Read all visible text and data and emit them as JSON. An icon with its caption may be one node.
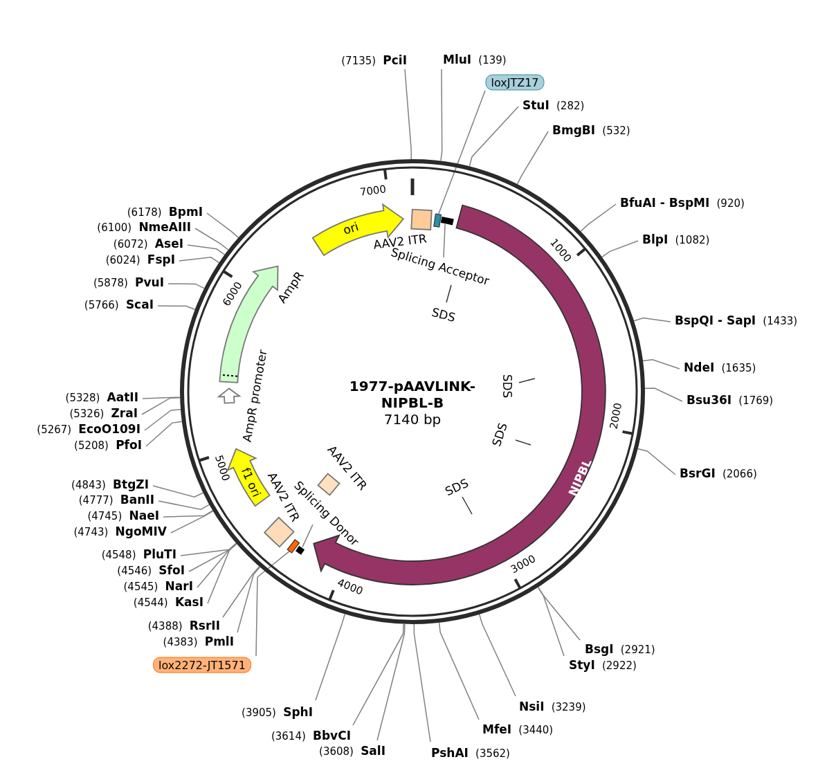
{
  "diagram": {
    "title": "1977-pAAVLINK-NIPBL-B",
    "nodes": [
      {
        "text": [
          "(7135)",
          "PciI"
        ]
      },
      {
        "text": [
          "MluI",
          "(139)"
        ]
      },
      {
        "text": [
          "loxJTZ17"
        ]
      },
      {
        "text": [
          "StuI",
          "(282)"
        ]
      },
      {
        "text": [
          "BmgBI",
          "(532)"
        ]
      },
      {
        "text": [
          "BfuAI - BspMI",
          "(920)"
        ]
      },
      {
        "text": [
          "BlpI",
          "(1082)"
        ]
      },
      {
        "text": [
          "BspQI - SapI",
          "(1433)"
        ]
      },
      {
        "text": [
          "NdeI",
          "(1635)"
        ]
      },
      {
        "text": [
          "Bsu36I",
          "(1769)"
        ]
      },
      {
        "text": [
          "BsrGI",
          "(2066)"
        ]
      },
      {
        "text": [
          "BsgI",
          "(2921)"
        ]
      },
      {
        "text": [
          "StyI",
          "(2922)"
        ]
      },
      {
        "text": [
          "NsiI",
          "(3239)"
        ]
      },
      {
        "text": [
          "MfeI",
          "(3440)"
        ]
      },
      {
        "text": [
          "PshAI",
          "(3562)"
        ]
      },
      {
        "text": [
          "(3608)",
          "SalI"
        ]
      },
      {
        "text": [
          "(3614)",
          "BbvCI"
        ]
      },
      {
        "text": [
          "(3905)",
          "SphI"
        ]
      },
      {
        "text": [
          "lox2272-JT1571"
        ]
      },
      {
        "text": [
          "(4383)",
          "PmlI"
        ]
      },
      {
        "text": [
          "(4388)",
          "RsrII"
        ]
      },
      {
        "text": [
          "(4544)",
          "KasI"
        ]
      },
      {
        "text": [
          "(4545)",
          "NarI"
        ]
      },
      {
        "text": [
          "(4546)",
          "SfoI"
        ]
      },
      {
        "text": [
          "(4548)",
          "PluTI"
        ]
      },
      {
        "text": [
          "(4743)",
          "NgoMIV"
        ]
      },
      {
        "text": [
          "(4745)",
          "NaeI"
        ]
      },
      {
        "text": [
          "(4777)",
          "BanII"
        ]
      },
      {
        "text": [
          "(4843)",
          "BtgZI"
        ]
      },
      {
        "text": [
          "(5208)",
          "PfoI"
        ]
      },
      {
        "text": [
          "(5267)",
          "EcoO109I"
        ]
      },
      {
        "text": [
          "(5326)",
          "ZraI"
        ]
      },
      {
        "text": [
          "(5328)",
          "AatII"
        ]
      },
      {
        "text": [
          "(5766)",
          "ScaI"
        ]
      },
      {
        "text": [
          "(5878)",
          "PvuI"
        ]
      },
      {
        "text": [
          "(6024)",
          "FspI"
        ]
      },
      {
        "text": [
          "(6072)",
          "AseI"
        ]
      },
      {
        "text": [
          "(6100)",
          "NmeAIII"
        ]
      },
      {
        "text": [
          "(6178)",
          "BpmI"
        ]
      },
      {
        "text": [
          "ori"
        ]
      },
      {
        "text": [
          "AAV2 ITR"
        ]
      },
      {
        "text": [],
        "shape": "box"
      },
      {
        "text": [],
        "shape": "bar"
      },
      {
        "text": [
          "NIPBL"
        ]
      },
      {
        "text": [
          "Splicing Acceptor"
        ]
      },
      {
        "text": [
          "SDS"
        ]
      },
      {
        "text": [
          "SDS"
        ]
      },
      {
        "text": [
          "SDS"
        ]
      },
      {
        "text": [
          "SDS"
        ]
      },
      {
        "text": [
          "AAV2 ITR"
        ]
      },
      {
        "text": [
          "Splicing Donor"
        ]
      },
      {
        "text": [],
        "shape": "bar"
      },
      {
        "text": [],
        "shape": "box"
      },
      {
        "text": [
          "AAV2 ITR"
        ]
      },
      {
        "text": [
          "f1 ori"
        ]
      },
      {
        "text": [
          "AmpR promoter"
        ]
      },
      {
        "text": [
          "AmpR"
        ]
      }
    ],
    "edges": [
      {
        "from": 0,
        "to": null,
        "arrow": "none"
      },
      {
        "from": 1,
        "to": null,
        "arrow": "none"
      },
      {
        "from": 2,
        "to": 42,
        "arrow": "none"
      },
      {
        "from": 3,
        "to": null,
        "arrow": "none"
      },
      {
        "from": 4,
        "to": null,
        "arrow": "none"
      },
      {
        "from": 5,
        "to": null,
        "arrow": "none"
      },
      {
        "from": 6,
        "to": null,
        "arrow": "none"
      },
      {
        "from": 7,
        "to": null,
        "arrow": "none"
      },
      {
        "from": 8,
        "to": null,
        "arrow": "none"
      },
      {
        "from": 9,
        "to": null,
        "arrow": "none"
      },
      {
        "from": 10,
        "to": null,
        "arrow": "none"
      },
      {
        "from": 11,
        "to": null,
        "arrow": "none"
      },
      {
        "from": 12,
        "to": null,
        "arrow": "none"
      },
      {
        "from": 13,
        "to": null,
        "arrow": "none"
      },
      {
        "from": 14,
        "to": null,
        "arrow": "none"
      },
      {
        "from": 15,
        "to": null,
        "arrow": "none"
      },
      {
        "from": 16,
        "to": null,
        "arrow": "none"
      },
      {
        "from": 17,
        "to": null,
        "arrow": "none"
      },
      {
        "from": 18,
        "to": null,
        "arrow": "none"
      },
      {
        "from": 19,
        "to": 53,
        "arrow": "none"
      },
      {
        "from": 20,
        "to": null,
        "arrow": "none"
      },
      {
        "from": 21,
        "to": null,
        "arrow": "none"
      },
      {
        "from": 22,
        "to": null,
        "arrow": "none"
      },
      {
        "from": 23,
        "to": null,
        "arrow": "none"
      },
      {
        "from": 24,
        "to": null,
        "arrow": "none"
      },
      {
        "from": 25,
        "to": null,
        "arrow": "none"
      },
      {
        "from": 26,
        "to": null,
        "arrow": "none"
      },
      {
        "from": 27,
        "to": null,
        "arrow": "none"
      },
      {
        "from": 28,
        "to": null,
        "arrow": "none"
      },
      {
        "from": 29,
        "to": null,
        "arrow": "none"
      },
      {
        "from": 30,
        "to": null,
        "arrow": "none"
      },
      {
        "from": 31,
        "to": null,
        "arrow": "none"
      },
      {
        "from": 32,
        "to": null,
        "arrow": "none"
      },
      {
        "from": 33,
        "to": null,
        "arrow": "none"
      },
      {
        "from": 34,
        "to": null,
        "arrow": "none"
      },
      {
        "from": 35,
        "to": null,
        "arrow": "none"
      },
      {
        "from": 36,
        "to": null,
        "arrow": "none"
      },
      {
        "from": 37,
        "to": null,
        "arrow": "none"
      },
      {
        "from": 38,
        "to": null,
        "arrow": "none"
      },
      {
        "from": 39,
        "to": null,
        "arrow": "none"
      },
      {
        "from": 45,
        "to": 43,
        "arrow": "none"
      },
      {
        "from": 51,
        "to": 52,
        "arrow": "none"
      }
    ],
    "labels": [
      "7140 bp",
      "1000",
      "2000",
      "3000",
      "4000",
      "5000",
      "6000",
      "7000"
    ]
  }
}
